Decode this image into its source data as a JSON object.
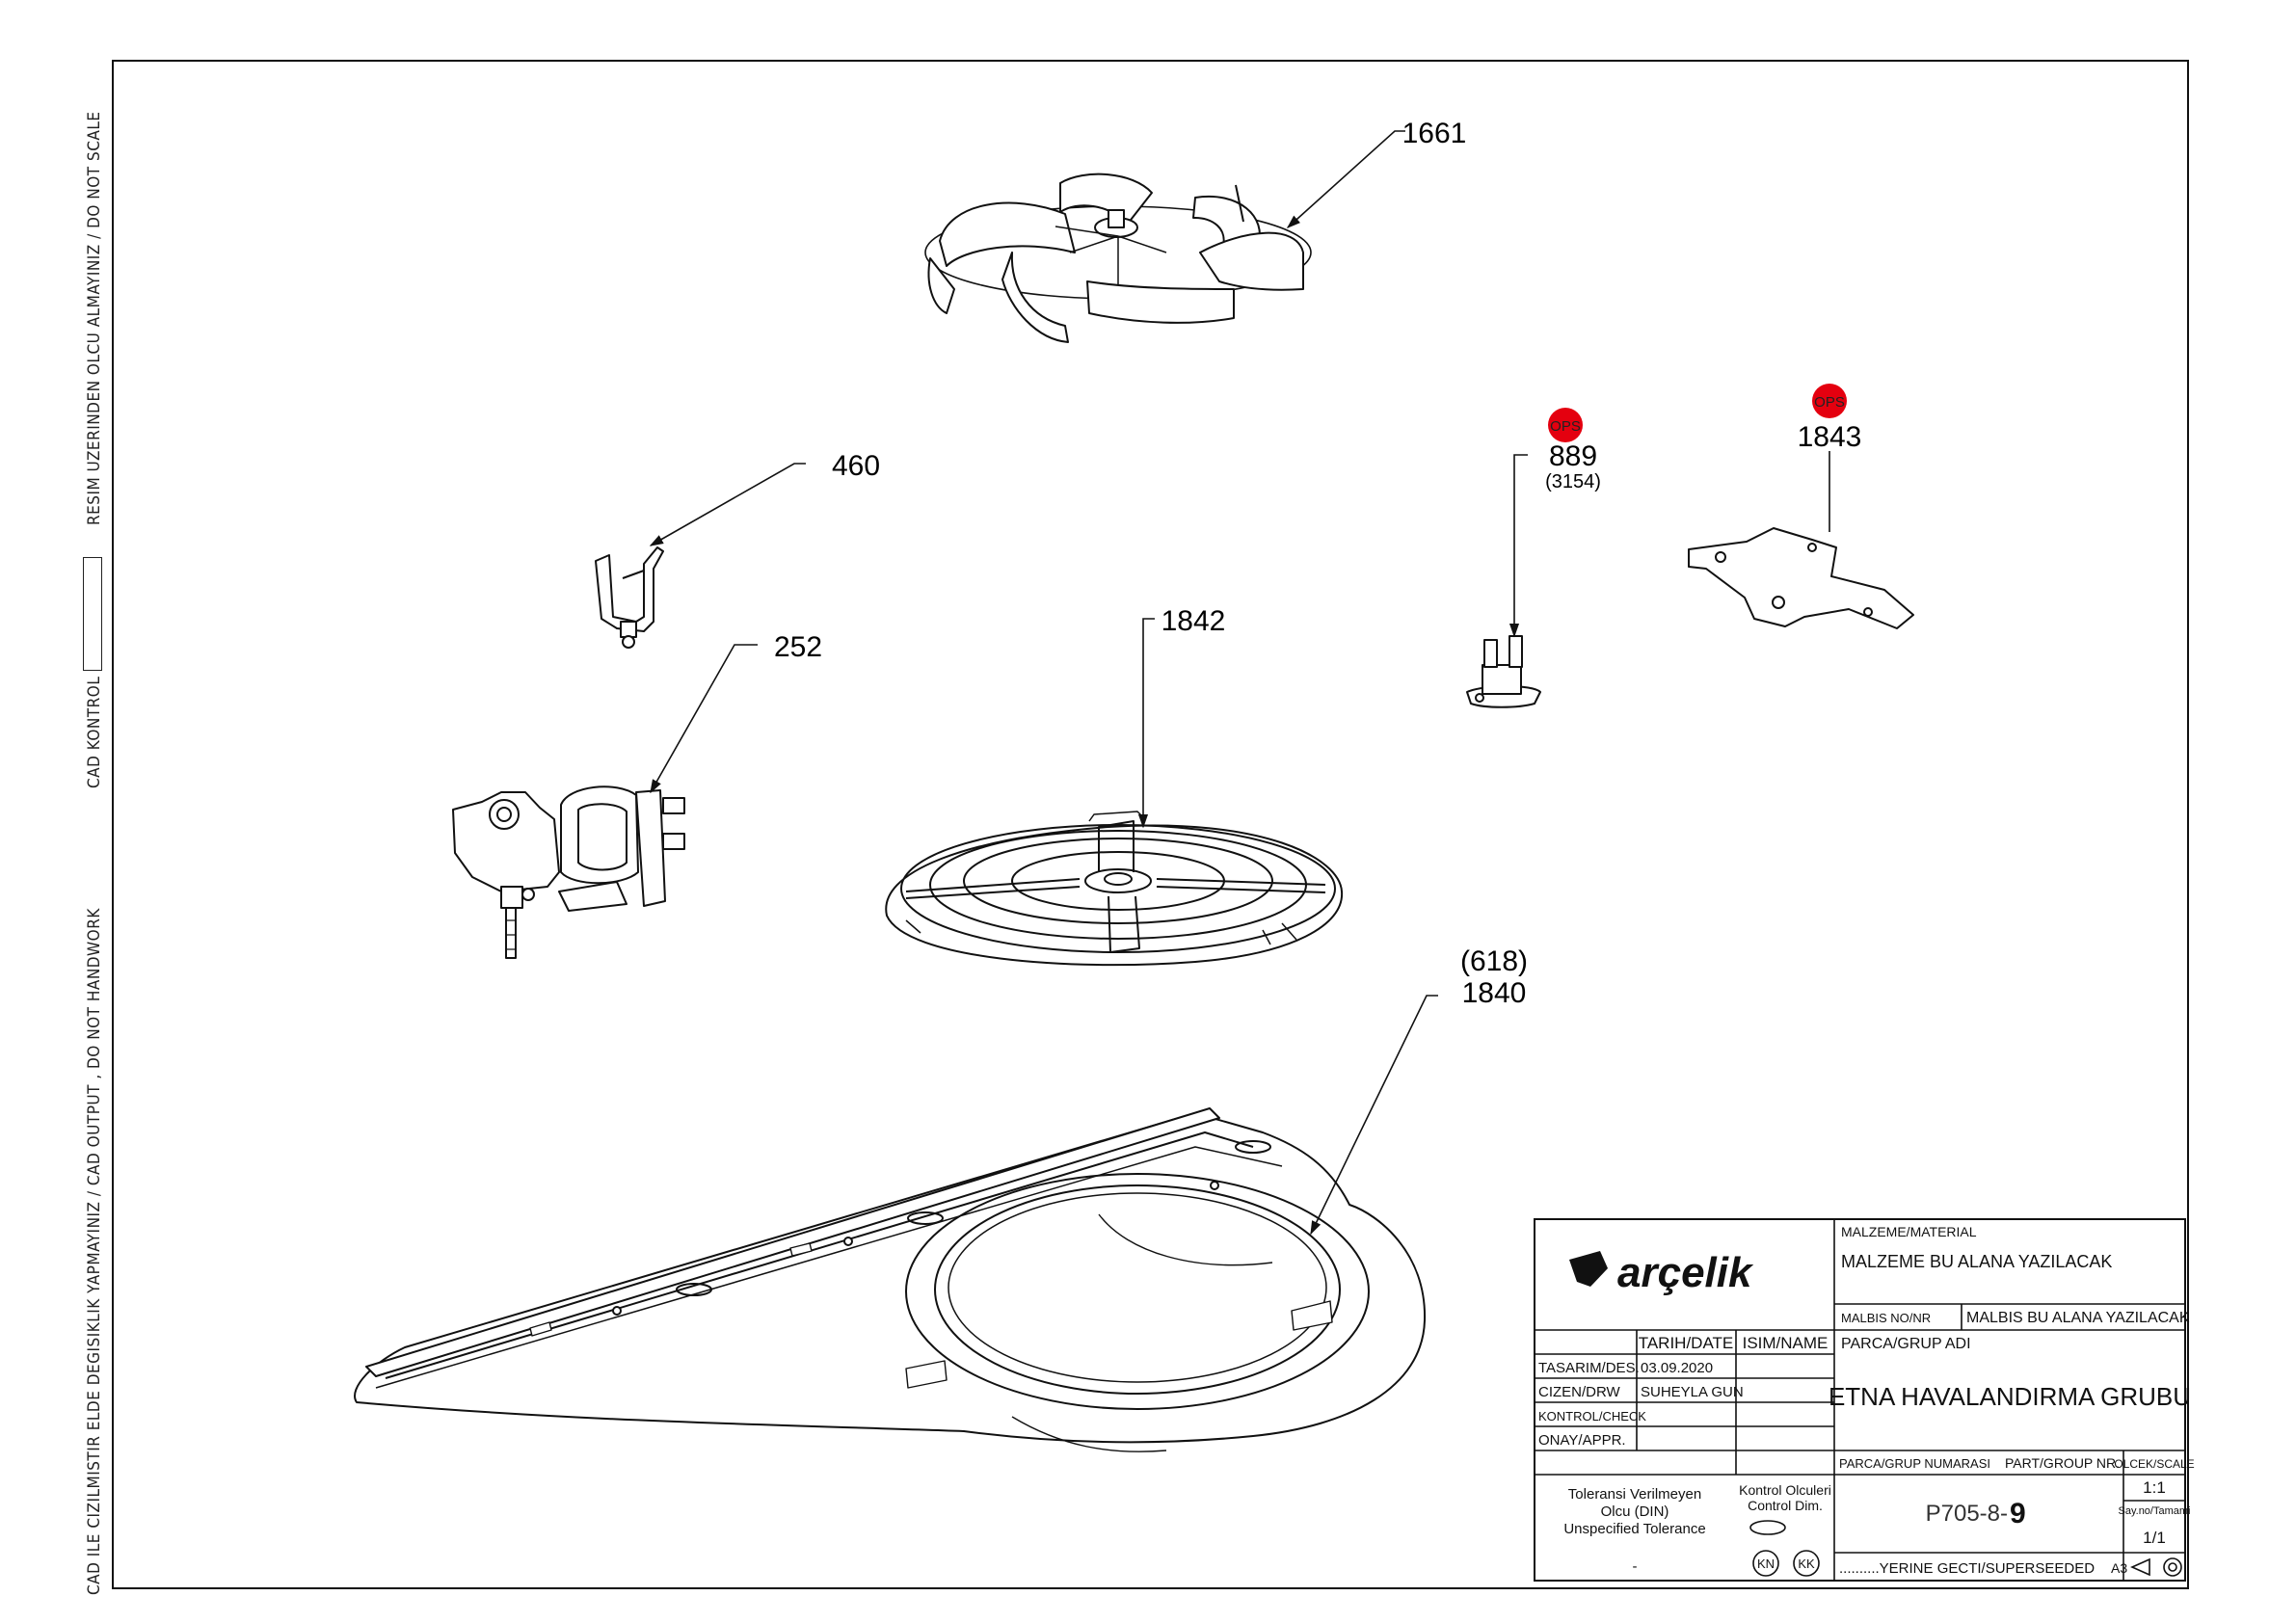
{
  "side_notes": {
    "note_1": "RESIM UZERINDEN OLCU ALMAYINIZ / DO NOT SCALE",
    "note_2": "CAD KONTROL",
    "note_3": "CAD ILE CIZILMISTIR ELDE DEGISIKLIK YAPMAYINIZ / CAD OUTPUT , DO NOT HANDWORK"
  },
  "callouts": {
    "fan": "1661",
    "clip": "460",
    "motor": "252",
    "fan_cover": "1842",
    "thermostat": "889",
    "thermostat_sub": "(3154)",
    "plate": "1843",
    "duct_alt": "(618)",
    "duct": "1840",
    "ops_badge": "OPS",
    "ops_color": "#e4000f"
  },
  "title_block": {
    "brand": "arçelik",
    "material_label": "MALZEME/MATERIAL",
    "material_value": "MALZEME BU ALANA YAZILACAK",
    "malbis_label": "MALBIS NO/NR",
    "malbis_value": "MALBIS BU ALANA YAZILACAK",
    "col_date": "TARIH/DATE",
    "col_name": "ISIM/NAME",
    "part_name_label": "PARCA/GRUP ADI",
    "part_name": "ETNA HAVALANDIRMA GRUBU",
    "row_design": "TASARIM/DES.",
    "row_design_date": "03.09.2020",
    "row_drawn": "CIZEN/DRW",
    "row_drawn_name": "SUHEYLA GUN",
    "row_check": "KONTROL/CHECK",
    "row_approve": "ONAY/APPR.",
    "part_no_label": "PARCA/GRUP NUMARASI",
    "part_no_label_en": "PART/GROUP NR.",
    "scale_label": "OLCEK/SCALE",
    "scale_value": "1:1",
    "tolerance_1": "Toleransi Verilmeyen",
    "tolerance_2": "Olcu (DIN)",
    "tolerance_3": "Unspecified Tolerance",
    "tolerance_dash": "-",
    "control_1": "Kontrol Olculeri",
    "control_2": "Control Dim.",
    "kn": "KN",
    "kk": "KK",
    "part_number": "P705-8-",
    "part_revision": "9",
    "sheet_label": "Say.no/Tamami",
    "sheet_value": "1/1",
    "superseded": "..........YERINE GECTI/SUPERSEEDED",
    "paper": "A3"
  }
}
